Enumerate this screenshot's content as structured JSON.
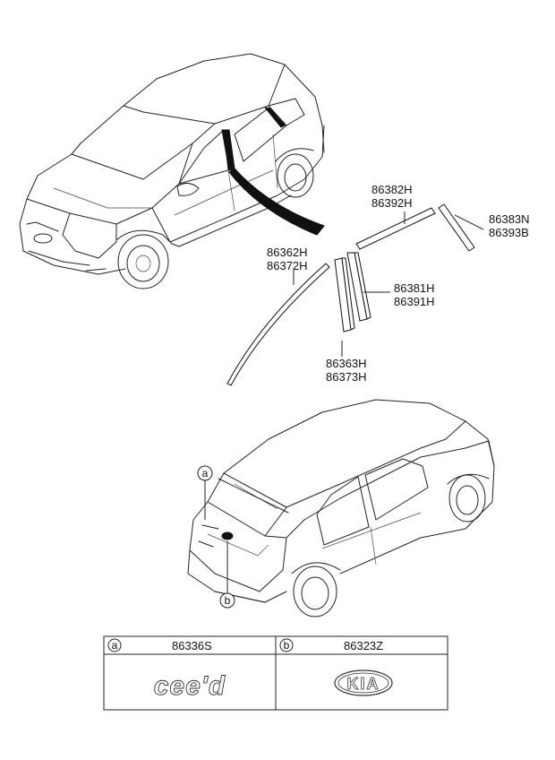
{
  "parts": {
    "front_upper_a": "86382H",
    "front_upper_b": "86392H",
    "rear_tip_a": "86383N",
    "rear_tip_b": "86393B",
    "front_pillar_a": "86362H",
    "front_pillar_b": "86372H",
    "center_pillar_a": "86381H",
    "center_pillar_b": "86391H",
    "lower_pillar_a": "86363H",
    "lower_pillar_b": "86373H"
  },
  "callouts": {
    "a": "a",
    "b": "b"
  },
  "table": {
    "col_a_marker": "a",
    "col_a_part": "86336S",
    "col_a_emblem": "cee'd",
    "col_b_marker": "b",
    "col_b_part": "86323Z",
    "col_b_emblem": "KIA"
  }
}
